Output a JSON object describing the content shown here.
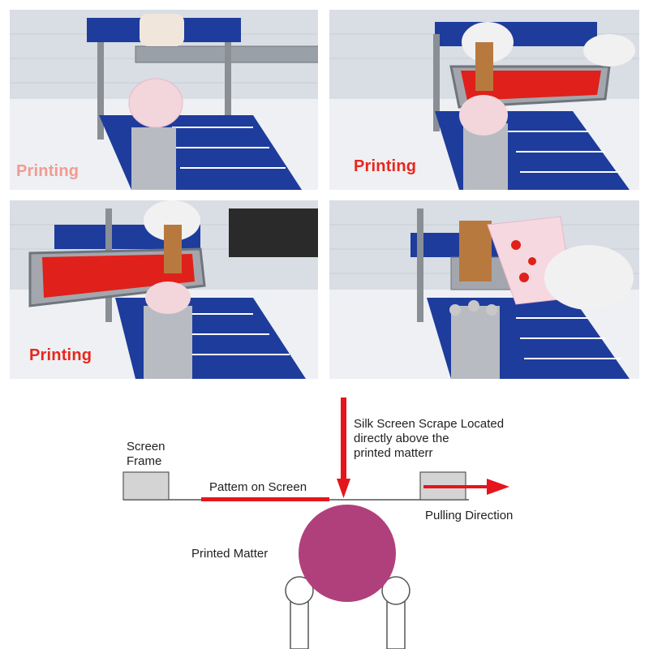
{
  "photos": [
    {
      "caption": "Printing",
      "caption_color": "#f29a93"
    },
    {
      "caption": "Printing",
      "caption_color": "#e8261e"
    },
    {
      "caption": "Printing",
      "caption_color": "#e8261e"
    },
    {
      "caption": ""
    }
  ],
  "diagram": {
    "screen_frame_label": [
      "Screen",
      "Frame"
    ],
    "pattern_label": "Pattem on Screen",
    "scraper_label": [
      "Silk Screen Scrape Located",
      "directly above the",
      "printed matterr"
    ],
    "pulling_label": "Pulling Direction",
    "printed_matter_label": "Printed Matter"
  },
  "colors": {
    "machine_blue": "#1e3c9c",
    "ink_red": "#e0201a",
    "printed_matter": "#b0407c",
    "frame_gray": "#d4d4d4",
    "arrow_red": "#e5151d"
  }
}
